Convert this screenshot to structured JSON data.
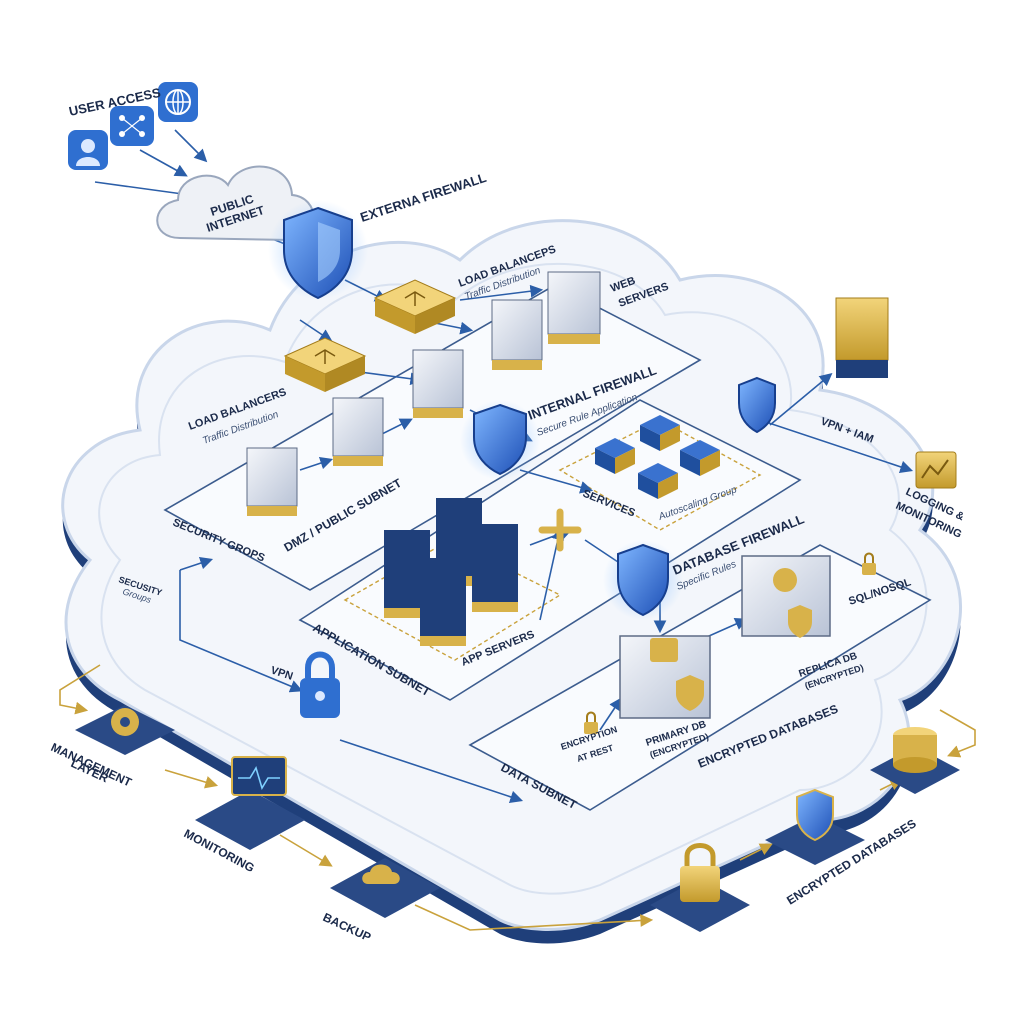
{
  "user_access": {
    "title": "USER ACCESS"
  },
  "internet": {
    "line1": "PUBLIC",
    "line2": "INTERNET"
  },
  "external_firewall": {
    "title": "EXTERNA FIREWALL"
  },
  "load_balancers_top": {
    "title": "LOAD BALANCEPS",
    "subtitle": "Traffic Distribution"
  },
  "web_servers": {
    "line1": "WEB",
    "line2": "SERVERS"
  },
  "load_balancers_left": {
    "title": "LOAD BALANCERS",
    "subtitle": "Traffic Distribution"
  },
  "internal_firewall": {
    "title": "INTERNAL FIREWALL",
    "subtitle": "Secure Rule Application"
  },
  "vpn_iam": {
    "title": "VPN + IAM"
  },
  "logging_monitoring": {
    "line1": "LOGGING &",
    "line2": "MONITORING"
  },
  "dmz_subnet": {
    "title": "DMZ / PUBLIC SUBNET"
  },
  "security_groups_inner": {
    "title": "SECURITY GROPS"
  },
  "security_groups_outer": {
    "line1": "SECUSITY",
    "line2": "Groups"
  },
  "services": {
    "title": "SERVICES"
  },
  "autoscaling": {
    "title": "Autoscaling Group"
  },
  "database_firewall": {
    "title": "DATABASE FIREWALL",
    "subtitle": "Specific Rules"
  },
  "sql_nosql": {
    "title": "SQL/NOSQL"
  },
  "app_servers": {
    "title": "APP SERVERS"
  },
  "application_subnet": {
    "title": "APPLICATION SUBNET"
  },
  "vpn": {
    "title": "VPN"
  },
  "replica_db": {
    "line1": "REPLICA DB",
    "line2": "(ENCRYPTED)"
  },
  "primary_db": {
    "line1": "PRIMARY DB",
    "line2": "(ENCRYPTED)"
  },
  "encryption_at_rest": {
    "line1": "ENCRYPTION",
    "line2": "AT REST"
  },
  "encrypted_databases_inner": {
    "title": "ENCRYPTED DATABASES"
  },
  "data_subnet": {
    "title": "DATA SUBNET"
  },
  "management_layer": {
    "line1": "MANAGEMENT",
    "line2": "LAYER"
  },
  "monitoring": {
    "title": "MONITORING"
  },
  "backup": {
    "title": "BACKUP"
  },
  "encrypted_databases_outer": {
    "title": "ENCRYPTED DATABASES"
  },
  "colors": {
    "navy": "#1f3f7a",
    "blue": "#2f6fd0",
    "gold": "#d8b24a",
    "cloud": "#f3f6fb"
  }
}
